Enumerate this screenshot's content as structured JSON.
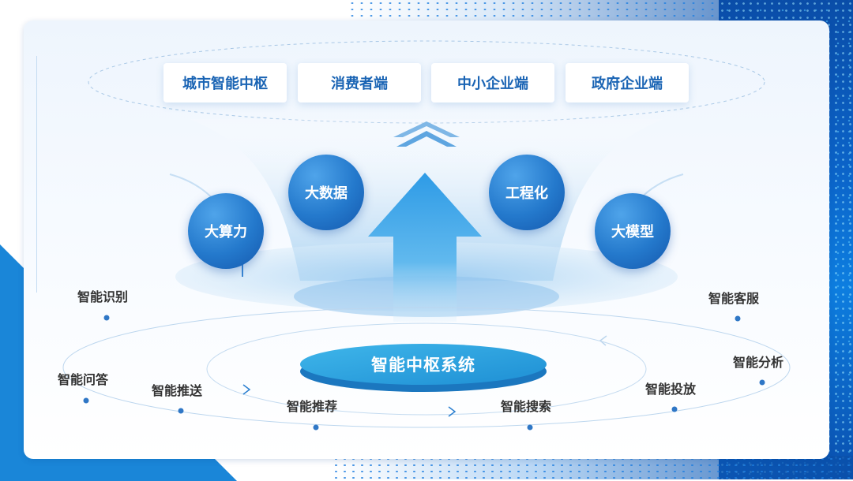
{
  "top_items": [
    "城市智能中枢",
    "消费者端",
    "中小企业端",
    "政府企业端"
  ],
  "capabilities": [
    "大算力",
    "大数据",
    "工程化",
    "大模型"
  ],
  "core": "智能中枢系统",
  "applications": [
    "智能识别",
    "智能问答",
    "智能推送",
    "智能推荐",
    "智能搜索",
    "智能投放",
    "智能分析",
    "智能客服"
  ],
  "colors": {
    "primary": "#2479cc",
    "dark": "#1558ad",
    "text": "#1a64b4",
    "accent": "#31aee6"
  }
}
